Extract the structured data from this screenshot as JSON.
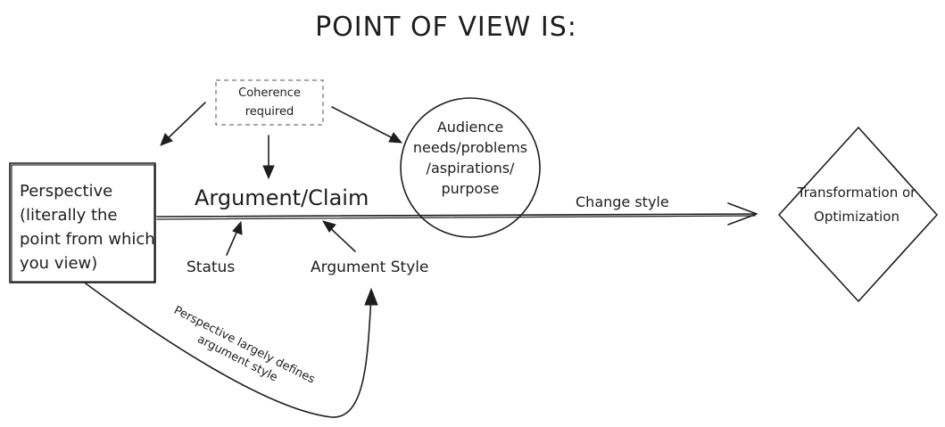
{
  "title": "POINT OF VIEW IS:",
  "nodes": {
    "perspective": "Perspective (literally the point from which you view)",
    "coherence": "Coherence required",
    "audience": "Audience needs/problems /aspirations/ purpose",
    "claim": "Argument/Claim",
    "status": "Status",
    "argument_style": "Argument Style",
    "transformation": "Transformation or Optimization"
  },
  "edges": {
    "change_style": "Change style",
    "perspective_defines": "Perspective largely defines argument style"
  }
}
